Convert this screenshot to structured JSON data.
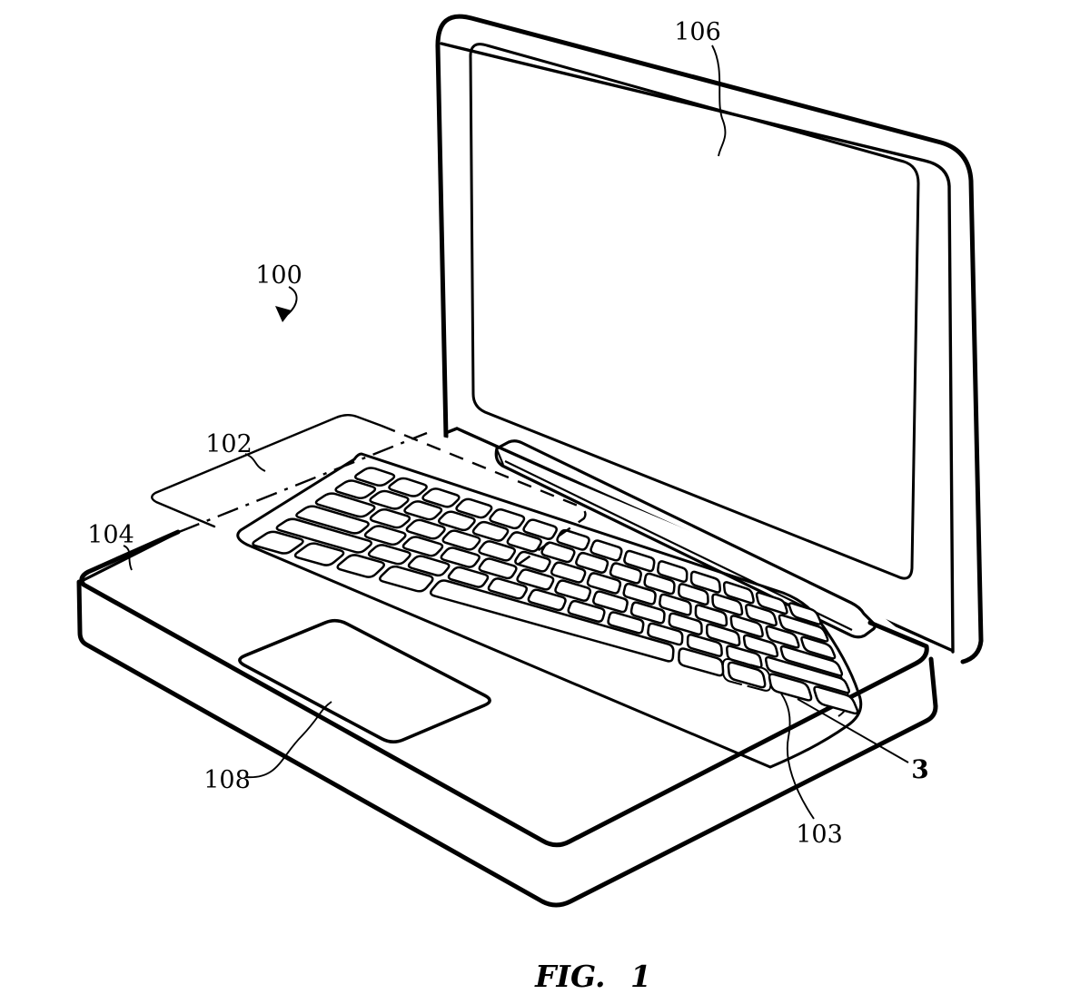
{
  "figure": {
    "caption": "FIG. 1",
    "reference_labels": {
      "device": "100",
      "keyboard_region": "102",
      "illuminated_key": "103",
      "base": "104",
      "display": "106",
      "trackpad": "108",
      "section_marker": "3"
    }
  },
  "colors": {
    "ink": "#000000",
    "paper": "#ffffff"
  }
}
